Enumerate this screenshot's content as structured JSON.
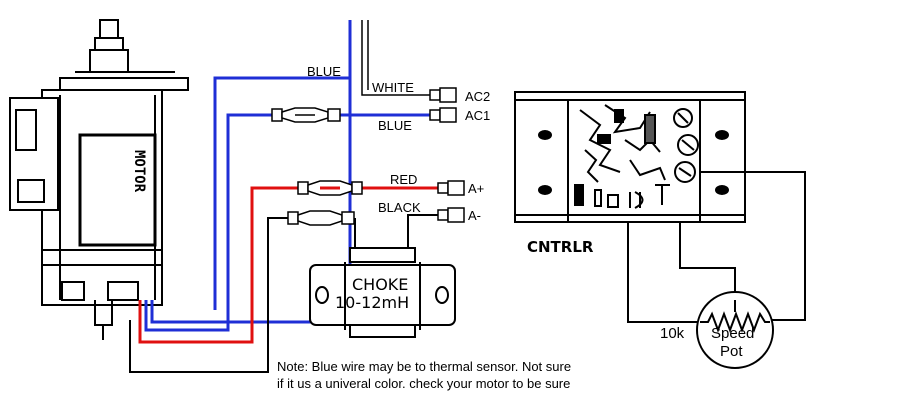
{
  "labels": {
    "motor": "MOTOR",
    "wire_blue_top": "BLUE",
    "wire_white": "WHITE",
    "wire_blue_lower": "BLUE",
    "wire_red": "RED",
    "wire_black": "BLACK",
    "term_ac2": "AC2",
    "term_ac1": "AC1",
    "term_aplus": "A+",
    "term_aminus": "A-",
    "choke_line1": "CHOKE",
    "choke_line2": "10-12mH",
    "controller": "CNTRLR",
    "pot_value": "10k",
    "pot_line1": "Speed",
    "pot_line2": "Pot"
  },
  "note": {
    "line1": "Note: Blue wire may be to thermal sensor.  Not sure",
    "line2": "if it us a univeral color.   check your motor to be sure"
  },
  "colors": {
    "blue_wire": "#1f2fd6",
    "red_wire": "#e01010",
    "black_wire": "#000000"
  }
}
